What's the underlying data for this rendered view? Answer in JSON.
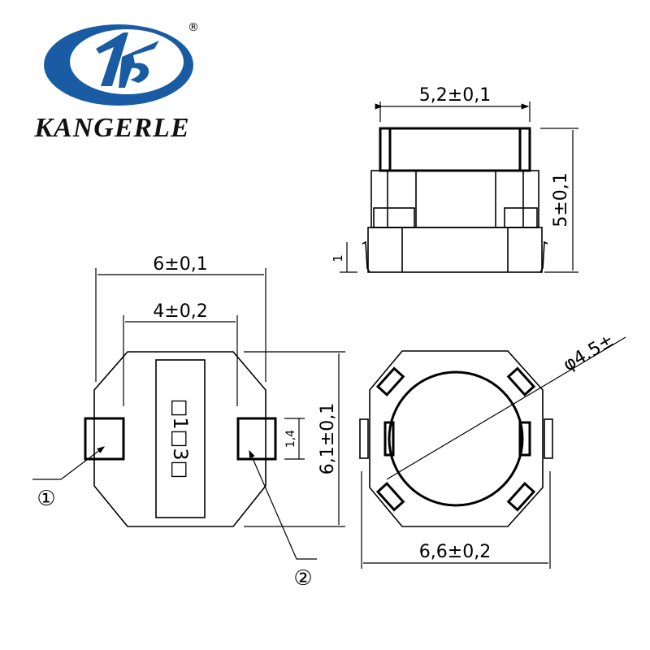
{
  "logo": {
    "brand": "KANGERLE",
    "registered_mark": "®",
    "color": "#1a5ca3"
  },
  "side_view": {
    "width_dim": "5,2±0,1",
    "height_dim": "5±0,1",
    "lead_dim": "1"
  },
  "top_view": {
    "width_dim": "6±0,1",
    "pad_spacing_dim": "4±0,2",
    "height_dim": "6,1±0,1",
    "pad_dim": "1,4",
    "marking": "□1□3□",
    "pin1_label": "①",
    "pin2_label": "②"
  },
  "bottom_view": {
    "diameter_dim": "φ4.5±",
    "width_dim": "6,6±0,2"
  }
}
